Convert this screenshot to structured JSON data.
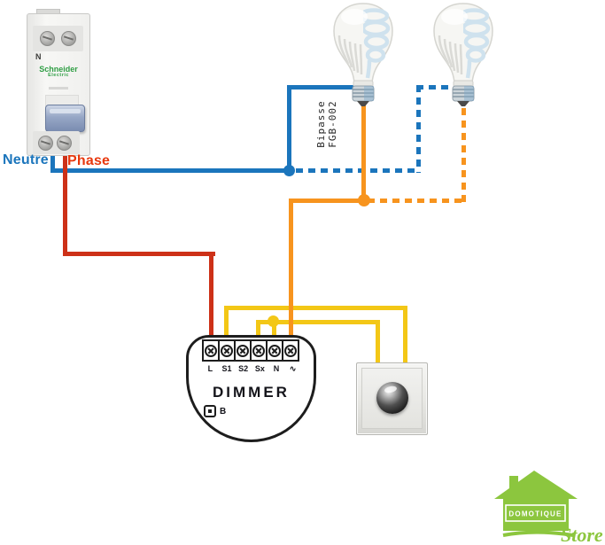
{
  "labels": {
    "neutral": "Neutre",
    "phase": "Phase"
  },
  "bypass": {
    "line1": "Bipasse",
    "line2": "FGB-002"
  },
  "breaker": {
    "brand": "Schneider",
    "brand_sub": "Electric",
    "neutral_mark": "N"
  },
  "module": {
    "title": "DIMMER",
    "terminals": [
      "L",
      "S1",
      "S2",
      "Sx",
      "N",
      "∿"
    ],
    "b_button": "B"
  },
  "logo": {
    "box_text": "DOMOTIQUE",
    "store": "Store"
  },
  "colors": {
    "neutral-blue": "#1b75bc",
    "phase-red": "#cd3118",
    "load-orange": "#f7941e",
    "switch-yellow": "#f3c716",
    "logo-green": "#8cc63e",
    "outline-dark": "#1d1d1d",
    "label-red": "#e8380d",
    "schneider-green": "#2f9e44"
  }
}
